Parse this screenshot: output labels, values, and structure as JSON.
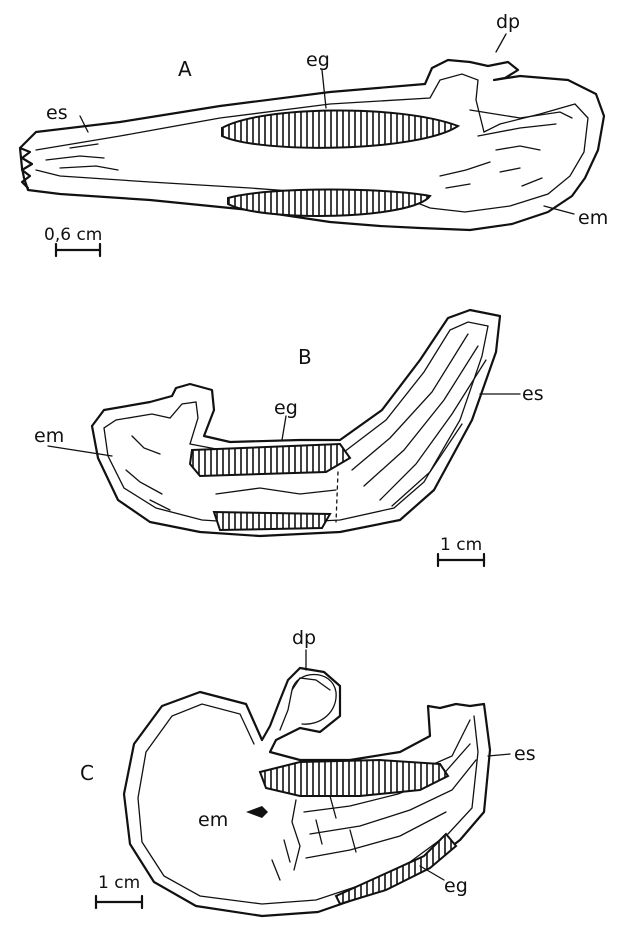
{
  "figure": {
    "panels": [
      {
        "letter": "A",
        "labels": {
          "es": "es",
          "eg": "eg",
          "dp": "dp",
          "em": "em"
        },
        "scale_bar": "0,6 cm"
      },
      {
        "letter": "B",
        "labels": {
          "es": "es",
          "eg": "eg",
          "em": "em"
        },
        "scale_bar": "1 cm"
      },
      {
        "letter": "C",
        "labels": {
          "dp": "dp",
          "es": "es",
          "em": "em",
          "eg": "eg"
        },
        "scale_bar": "1 cm"
      }
    ],
    "ink_color": "#111111",
    "background": "#ffffff"
  }
}
